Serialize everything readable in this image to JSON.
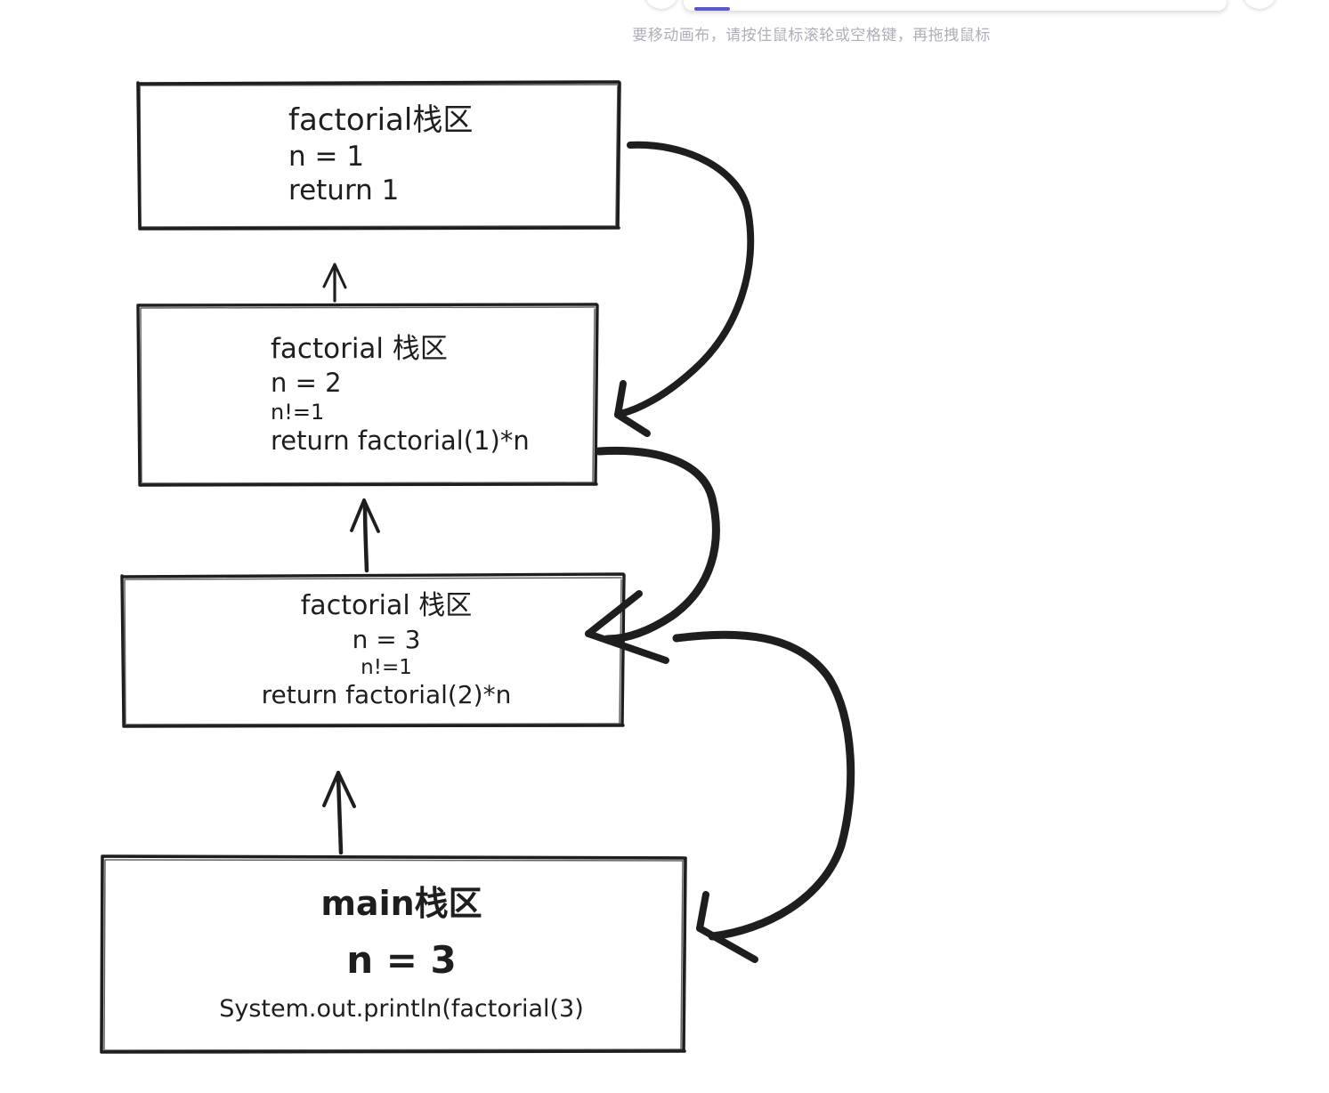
{
  "app": {
    "canvas_hint": "要移动画布，请按住鼠标滚轮或空格键，再拖拽鼠标",
    "accent_color": "#5b57d1",
    "stroke_color": "#1e1e1e",
    "background_color": "#ffffff"
  },
  "toolbar": {
    "island_label": "",
    "selected_tool": "",
    "left_button_label": "",
    "right_button_label": ""
  },
  "diagram": {
    "title": "factorial recursion call stack",
    "boxes": [
      {
        "id": "frame-1",
        "name": "factorial-stack-n1",
        "lines": [
          {
            "text": "factorial栈区",
            "role": "title"
          },
          {
            "text": "n = 1",
            "role": "body"
          },
          {
            "text": "return 1",
            "role": "body"
          }
        ]
      },
      {
        "id": "frame-2",
        "name": "factorial-stack-n2",
        "lines": [
          {
            "text": "factorial 栈区",
            "role": "title"
          },
          {
            "text": "n = 2",
            "role": "body"
          },
          {
            "text": "n!=1",
            "role": "small"
          },
          {
            "text": "return factorial(1)*n",
            "role": "body"
          }
        ]
      },
      {
        "id": "frame-3",
        "name": "factorial-stack-n3",
        "lines": [
          {
            "text": "factorial 栈区",
            "role": "title"
          },
          {
            "text": "n = 3",
            "role": "body"
          },
          {
            "text": "n!=1",
            "role": "small"
          },
          {
            "text": "return factorial(2)*n",
            "role": "body"
          }
        ]
      },
      {
        "id": "frame-4",
        "name": "main-stack",
        "lines": [
          {
            "text": "main栈区",
            "role": "title"
          },
          {
            "text": "n = 3",
            "role": "value"
          },
          {
            "text": "System.out.println(factorial(3)",
            "role": "code"
          }
        ]
      }
    ],
    "arrows": [
      {
        "name": "call-arrow-main-to-n3",
        "kind": "call",
        "from": "main-stack",
        "to": "factorial-stack-n3"
      },
      {
        "name": "call-arrow-n3-to-n2",
        "kind": "call",
        "from": "factorial-stack-n3",
        "to": "factorial-stack-n2"
      },
      {
        "name": "call-arrow-n2-to-n1",
        "kind": "call",
        "from": "factorial-stack-n2",
        "to": "factorial-stack-n1"
      },
      {
        "name": "return-arrow-n1-to-n2",
        "kind": "return",
        "from": "factorial-stack-n1",
        "to": "factorial-stack-n2"
      },
      {
        "name": "return-arrow-n2-to-n3",
        "kind": "return",
        "from": "factorial-stack-n2",
        "to": "factorial-stack-n3"
      },
      {
        "name": "return-arrow-n3-to-main",
        "kind": "return",
        "from": "factorial-stack-n3",
        "to": "main-stack"
      }
    ]
  }
}
